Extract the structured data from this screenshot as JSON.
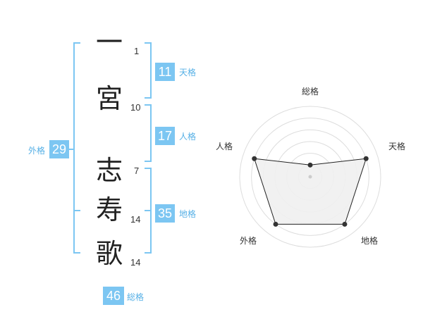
{
  "name_chars": [
    {
      "char": "一",
      "strokes": "1"
    },
    {
      "char": "宮",
      "strokes": "10"
    },
    {
      "char": "志",
      "strokes": "7"
    },
    {
      "char": "寿",
      "strokes": "14"
    },
    {
      "char": "歌",
      "strokes": "14"
    }
  ],
  "kaku": {
    "tenkaku": {
      "value": "11",
      "label": "天格"
    },
    "jinkaku": {
      "value": "17",
      "label": "人格"
    },
    "chikaku": {
      "value": "35",
      "label": "地格"
    },
    "gaikaku": {
      "value": "29",
      "label": "外格"
    },
    "soukaku": {
      "value": "46",
      "label": "総格"
    }
  },
  "colors": {
    "accent": "#7cc6f2",
    "label": "#56b0e6",
    "radar_fill": "#efefef"
  },
  "chart_data": {
    "type": "radar",
    "axes": [
      "総格",
      "天格",
      "地格",
      "外格",
      "人格"
    ],
    "values": [
      1,
      5,
      5,
      5,
      5
    ],
    "max": 6
  }
}
